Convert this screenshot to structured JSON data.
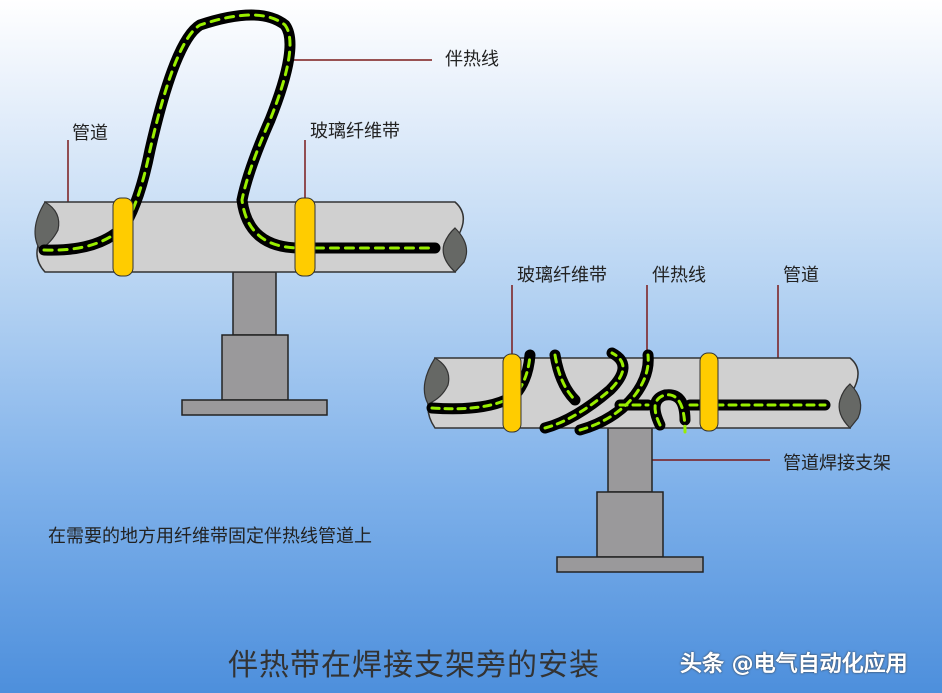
{
  "labels": {
    "heat_cable_1": "伴热线",
    "pipe_1": "管道",
    "glass_tape_1": "玻璃纤维带",
    "glass_tape_2": "玻璃纤维带",
    "heat_cable_2": "伴热线",
    "pipe_2": "管道",
    "support": "管道焊接支架"
  },
  "caption": "在需要的地方用纤维带固定伴热线管道上",
  "title": "伴热带在焊接支架旁的安装",
  "watermark": "头条 @电气自动化应用",
  "colors": {
    "pipe": "#d0d0d0",
    "pipe_end": "#666865",
    "band": "#ffcc00",
    "cable": "#000000",
    "cable_dash": "#99ee00",
    "support": "#9a999b",
    "leader": "#7a1a1a"
  }
}
